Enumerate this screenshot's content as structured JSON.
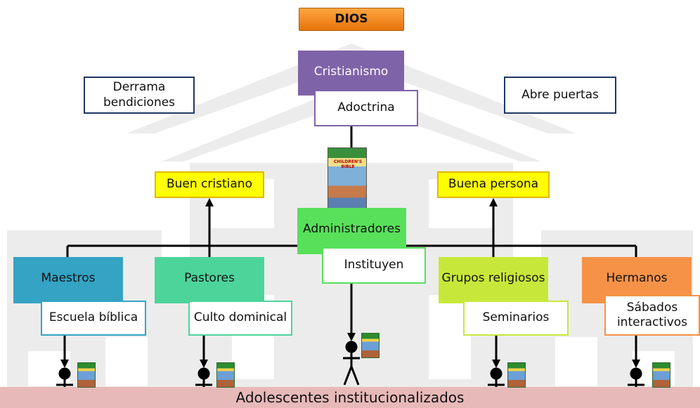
{
  "top": {
    "label": "DIOS"
  },
  "center": {
    "cristianismo": "Cristianismo",
    "adoctrina": "Adoctrina"
  },
  "sides": {
    "left": "Derrama\nbendiciones",
    "right": "Abre puertas"
  },
  "outcomes": {
    "left": "Buen cristiano",
    "right": "Buena persona"
  },
  "admin": {
    "label": "Administradores",
    "action": "Instituyen"
  },
  "book": {
    "title": "CHILDREN'S BIBLE"
  },
  "groups": [
    {
      "label": "Maestros",
      "activity": "Escuela bíblica",
      "color": "#34a3c4"
    },
    {
      "label": "Pastores",
      "activity": "Culto dominical",
      "color": "#4dd49a"
    },
    {
      "label": "Grupos religiosos",
      "activity": "Seminarios",
      "color": "#c7e83a"
    },
    {
      "label": "Hermanos",
      "activity": "Sábados\ninteractivos",
      "color": "#f59247"
    }
  ],
  "base": {
    "label": "Adolescentes institucionalizados"
  },
  "colors": {
    "dios": "#f58a1f",
    "cristianismo": "#7f63a8",
    "admin": "#58e05a",
    "outcome": "#ffff00",
    "side_border": "#1f3864"
  }
}
